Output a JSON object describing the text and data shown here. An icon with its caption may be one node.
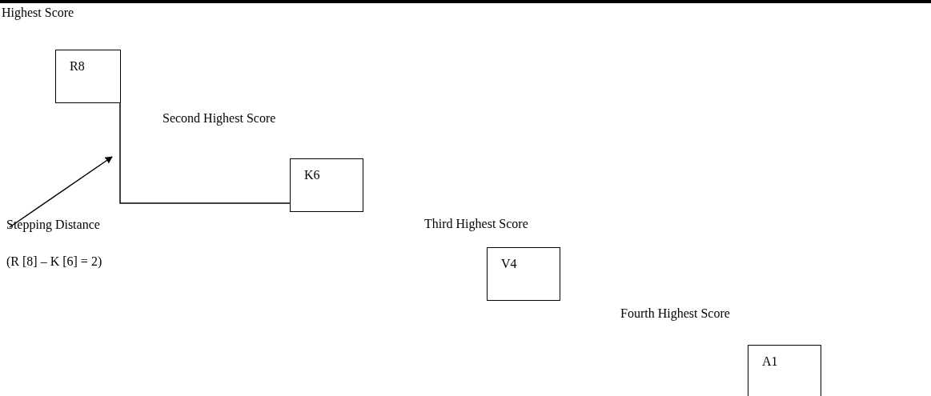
{
  "diagram": {
    "nodes": [
      {
        "text": [
          "R8"
        ],
        "beside": [
          "Highest Score"
        ]
      },
      {
        "text": [
          "K6"
        ],
        "beside": [
          "Second Highest Score"
        ]
      },
      {
        "text": [
          "V4"
        ],
        "beside": [
          "Third Highest Score"
        ]
      },
      {
        "text": [
          "A1"
        ],
        "beside": [
          "Fourth Highest Score"
        ]
      },
      {
        "text": [
          "Stepping Distance"
        ]
      }
    ],
    "edges": [
      {
        "from": 0,
        "to": 1,
        "arrow": "none"
      },
      {
        "from": 4,
        "to": null,
        "arrow": "to"
      }
    ],
    "labels": [
      "(R [8] – K [6] = 2)"
    ]
  }
}
